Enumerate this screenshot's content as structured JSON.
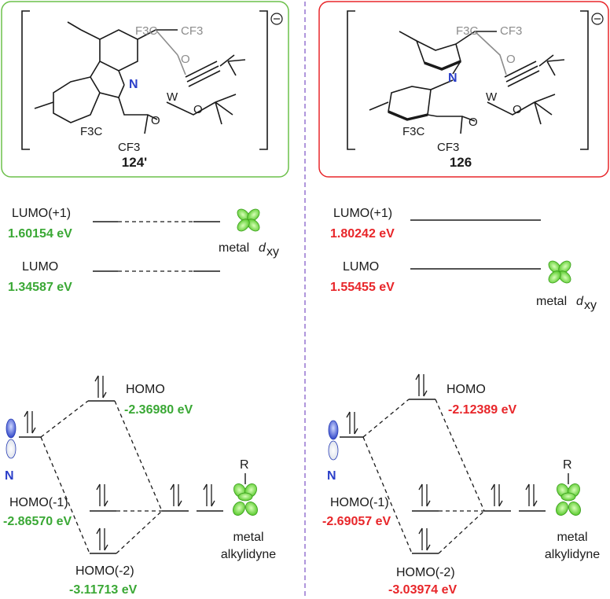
{
  "left": {
    "compound": "124'",
    "border_color": "#6cc04a",
    "lumo_plus1": {
      "label": "LUMO(+1)",
      "energy": "1.60154 eV"
    },
    "lumo": {
      "label": "LUMO",
      "energy": "1.34587 eV"
    },
    "homo": {
      "label": "HOMO",
      "energy": "-2.36980 eV"
    },
    "homo_minus1": {
      "label": "HOMO(-1)",
      "energy": "-2.86570 eV"
    },
    "homo_minus2": {
      "label": "HOMO(-2)",
      "energy": "-3.11713 eV"
    },
    "metal_dxy": "metal",
    "n_label": "N",
    "alkylidyne": {
      "r": "R",
      "line1": "metal",
      "line2": "alkylidyne"
    }
  },
  "right": {
    "compound": "126",
    "border_color": "#e8262a",
    "lumo_plus1": {
      "label": "LUMO(+1)",
      "energy": "1.80242 eV"
    },
    "lumo": {
      "label": "LUMO",
      "energy": "1.55455 eV"
    },
    "homo": {
      "label": "HOMO",
      "energy": "-2.12389 eV"
    },
    "homo_minus1": {
      "label": "HOMO(-1)",
      "energy": "-2.69057 eV"
    },
    "homo_minus2": {
      "label": "HOMO(-2)",
      "energy": "-3.03974 eV"
    },
    "metal_dxy": "metal",
    "n_label": "N",
    "alkylidyne": {
      "r": "R",
      "line1": "metal",
      "line2": "alkylidyne"
    }
  },
  "structure": {
    "cf3": "CF3",
    "f3c": "F3C",
    "o": "O",
    "n": "N",
    "w": "W",
    "charge": "⊖"
  },
  "colors": {
    "green": "#3aa835",
    "red": "#e8262a",
    "orbital_green": "#5ad12e",
    "orbital_blue": "#3e56d6",
    "divider": "#7b52c4"
  },
  "icons": [
    "clover-orbital-icon",
    "p-orbital-icon",
    "alkylidyne-orbital-icon",
    "electron-pair-icon"
  ]
}
